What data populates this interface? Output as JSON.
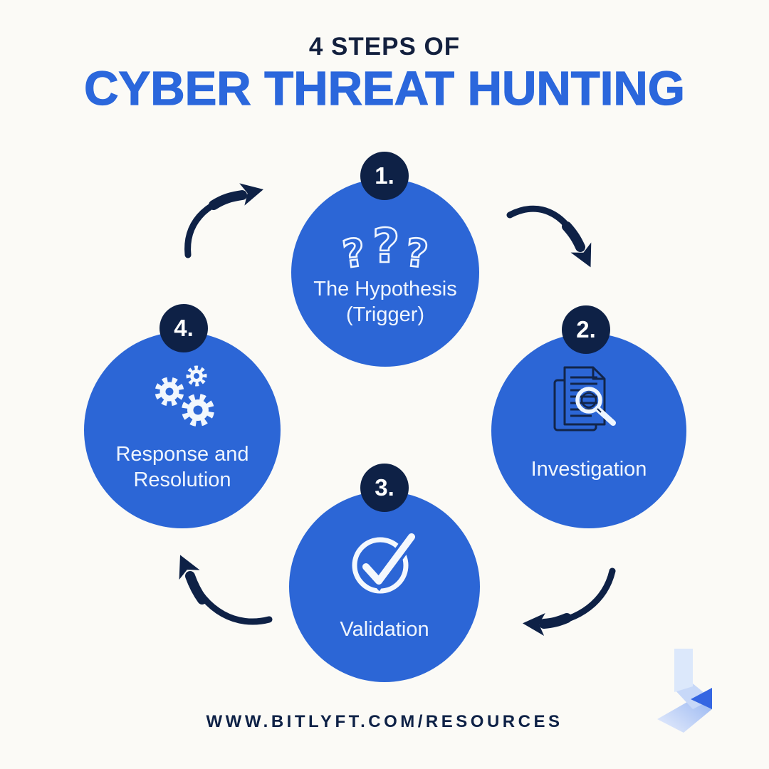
{
  "title": {
    "eyebrow": "4 STEPS OF",
    "main": "CYBER THREAT HUNTING"
  },
  "steps": [
    {
      "number": "1.",
      "line1": "The Hypothesis",
      "line2": "(Trigger)",
      "icon": "question-marks-icon"
    },
    {
      "number": "2.",
      "line1": "Investigation",
      "line2": "",
      "icon": "document-magnifier-icon"
    },
    {
      "number": "3.",
      "line1": "Validation",
      "line2": "",
      "icon": "check-circle-icon"
    },
    {
      "number": "4.",
      "line1": "Response and",
      "line2": "Resolution",
      "icon": "gears-icon"
    }
  ],
  "icons": {
    "question_mark": "?"
  },
  "footer": {
    "url": "WWW.BITLYFT.COM/RESOURCES"
  },
  "colors": {
    "background": "#FBFAF6",
    "navy": "#0E2146",
    "circle_blue": "#2C66D6",
    "title_blue": "#2B67DC",
    "light_text": "#EFF5FE"
  }
}
